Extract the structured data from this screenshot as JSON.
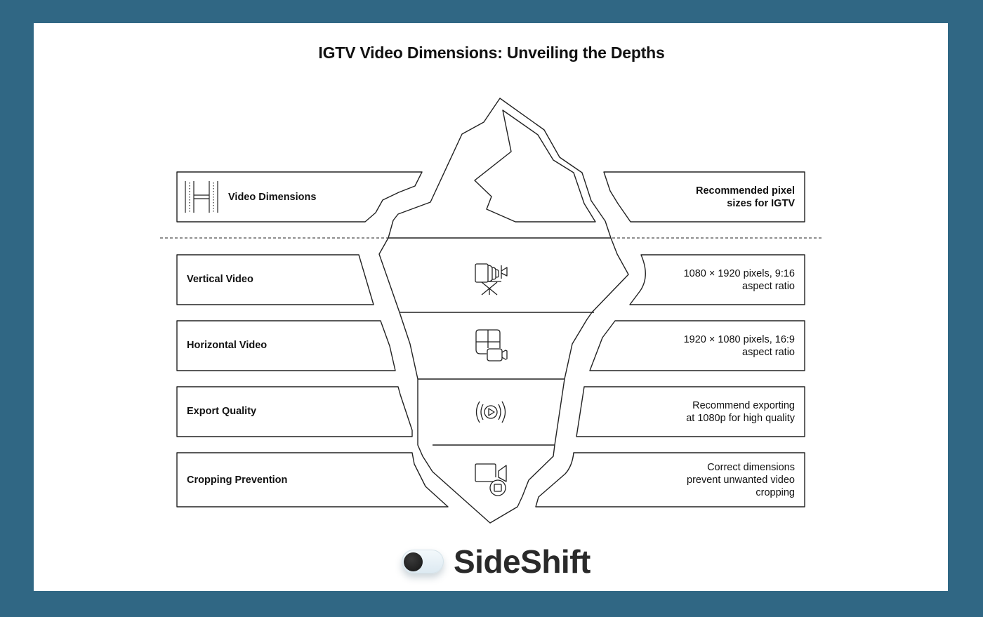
{
  "title": "IGTV Video Dimensions: Unveiling the Depths",
  "colors": {
    "background": "#306784",
    "card": "#ffffff",
    "stroke": "#222222",
    "text": "#111111"
  },
  "header_row": {
    "label": "Video Dimensions",
    "icon": "film-strip-icon",
    "description": "Recommended pixel sizes for IGTV"
  },
  "rows": [
    {
      "label": "Vertical Video",
      "icon": "camera-tripod-icon",
      "description_lines": [
        "1080 × 1920 pixels, 9:16",
        "aspect ratio"
      ]
    },
    {
      "label": "Horizontal Video",
      "icon": "grid-camera-icon",
      "description_lines": [
        "1920 × 1080 pixels, 16:9",
        "aspect ratio"
      ]
    },
    {
      "label": "Export Quality",
      "icon": "broadcast-play-icon",
      "description_lines": [
        "Recommend exporting",
        "at 1080p for high quality"
      ]
    },
    {
      "label": "Cropping Prevention",
      "icon": "video-stop-icon",
      "description_lines": [
        "Correct dimensions",
        "prevent unwanted video",
        "cropping"
      ]
    }
  ],
  "header_description_lines": [
    "Recommended pixel",
    "sizes for IGTV"
  ],
  "logo": {
    "brand": "SideShift",
    "toggle_icon": "toggle-switch-icon"
  }
}
